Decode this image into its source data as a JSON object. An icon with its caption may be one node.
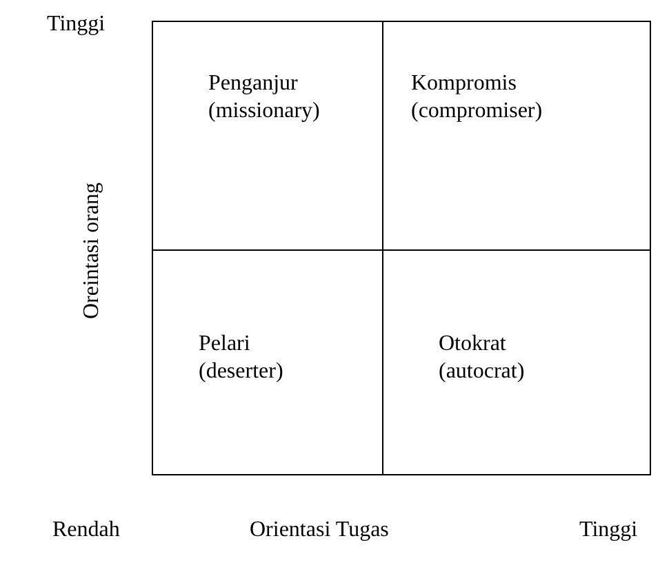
{
  "diagram": {
    "nodes": [
      {
        "text": [
          "Penganjur",
          "(missionary)"
        ]
      },
      {
        "text": [
          "Kompromis",
          "(compromiser)"
        ]
      },
      {
        "text": [
          "Pelari",
          "(deserter)"
        ]
      },
      {
        "text": [
          "Otokrat",
          "(autocrat)"
        ]
      }
    ],
    "labels": [
      "Tinggi",
      "Oreintasi orang",
      "Rendah",
      "Orientasi Tugas",
      "Tinggi"
    ]
  }
}
